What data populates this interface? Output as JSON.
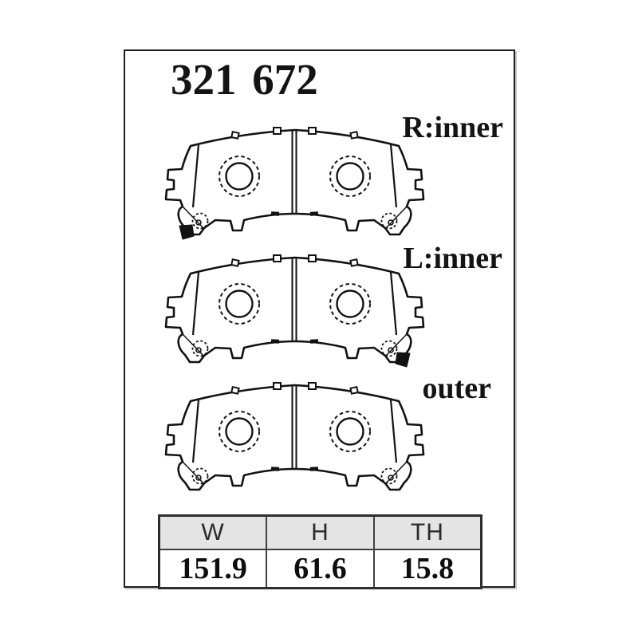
{
  "header": {
    "part_number": "321 672"
  },
  "views": [
    {
      "label": "R:inner",
      "wear_indicator": "left"
    },
    {
      "label": "L:inner",
      "wear_indicator": "right"
    },
    {
      "label": "outer",
      "wear_indicator": "none"
    }
  ],
  "table": {
    "headers": [
      "W",
      "H",
      "TH"
    ],
    "values": [
      "151.9",
      "61.6",
      "15.8"
    ]
  },
  "colors": {
    "ink": "#121212",
    "frame_border": "#1f1f1f",
    "table_header_bg": "#e4e4e4",
    "background": "#ffffff"
  }
}
